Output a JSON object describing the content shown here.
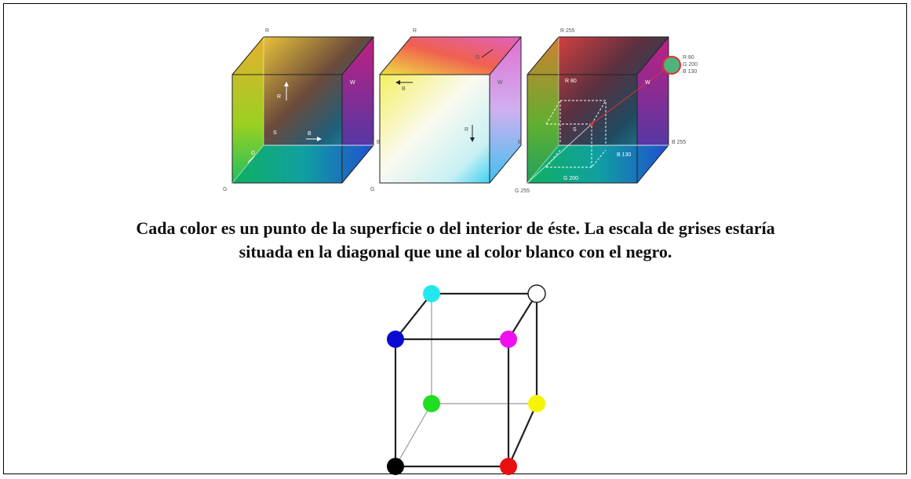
{
  "caption": {
    "line1": "Cada color es un punto de la superficie o del interior de éste. La escala de grises estaría",
    "line2": "situada en la diagonal que une al color blanco con el negro."
  },
  "cube_labels": {
    "cube1": {
      "top": "R",
      "right": "B",
      "bottom": "G",
      "inner_w": "W"
    },
    "cube2": {
      "top": "R",
      "right": "B",
      "bottom": "G",
      "inner_w": "W"
    },
    "cube3": {
      "top": "R 255",
      "right": "B 255",
      "bottom": "G 255",
      "inner_w": "W",
      "r80": "R 80",
      "b130": "B 130",
      "g200": "G 200",
      "swatch_r": "R 80",
      "swatch_g": "G 200",
      "swatch_b": "B 130"
    }
  },
  "vertex_colors": {
    "black": "#000000",
    "red": "#e81010",
    "yellow": "#f5f500",
    "green": "#22dd22",
    "blue": "#0a0ad0",
    "magenta": "#ee10ee",
    "white": "#ffffff",
    "cyan": "#22e8ee"
  },
  "swatch_color": "#4fb37e"
}
